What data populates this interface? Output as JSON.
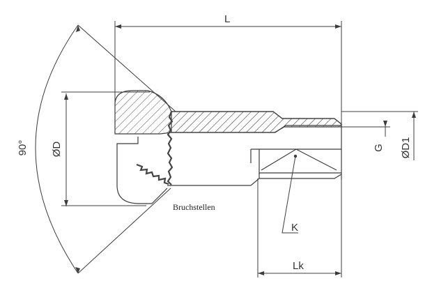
{
  "labels": {
    "length": "L",
    "head_diameter": "ØD",
    "countersink_angle": "90°",
    "thread_depth": "G",
    "inner_diameter": "ØD1",
    "drill_point": "K",
    "thread_length": "Lk",
    "fracture_points": "Bruchstellen"
  },
  "colors": {
    "line": "#3c3c3c",
    "hatch": "#555555",
    "fracture": "#444444",
    "background": "#ffffff"
  }
}
